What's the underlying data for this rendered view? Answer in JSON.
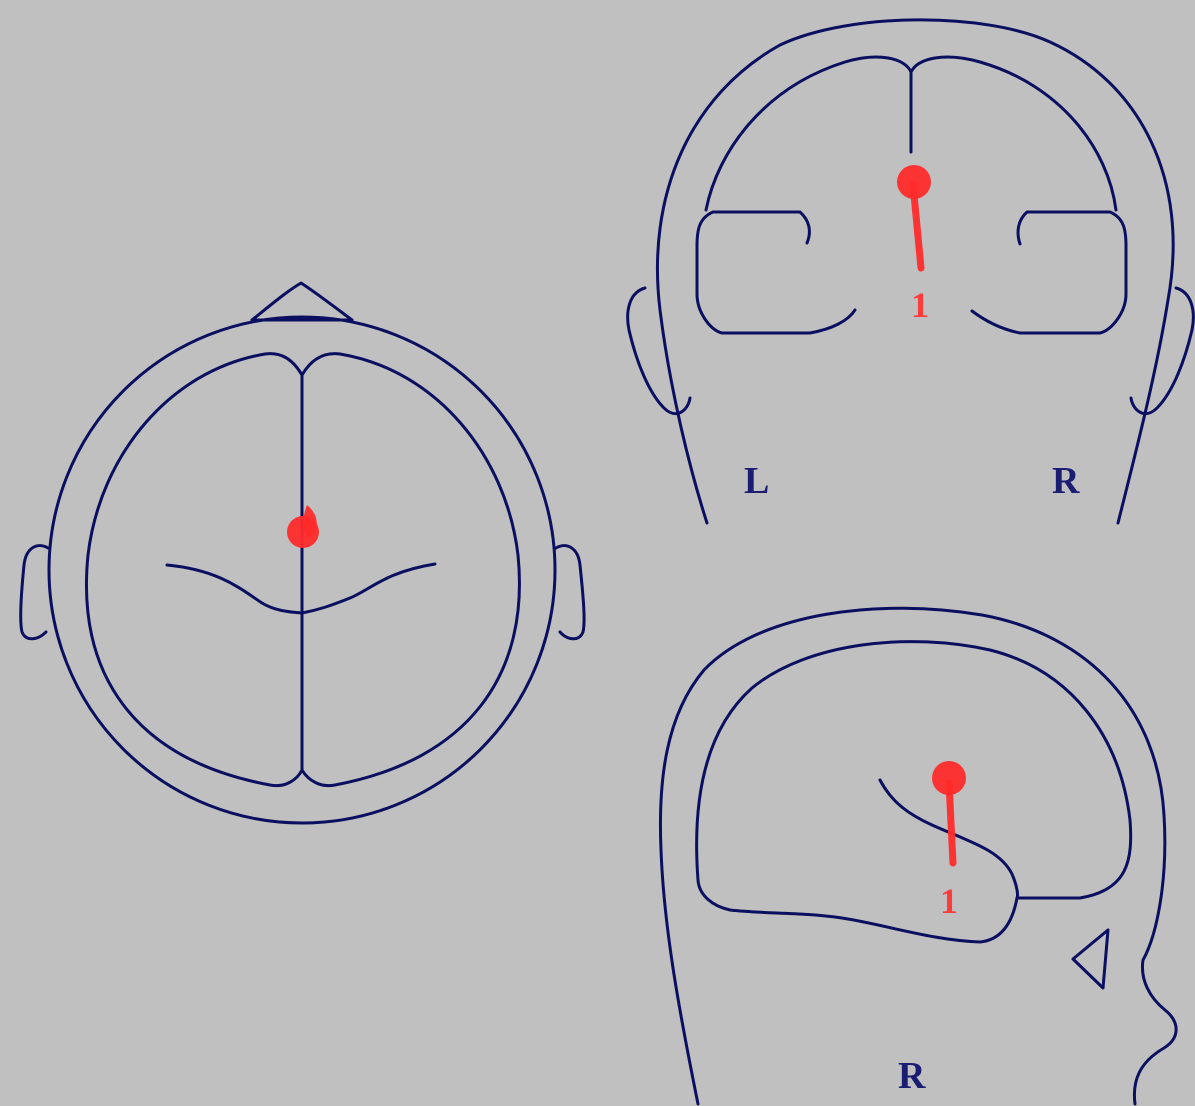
{
  "views": {
    "coronal": {
      "left_label": "L",
      "right_label": "R",
      "dipole_label": "1"
    },
    "sagittal": {
      "bottom_label": "R",
      "dipole_label": "1"
    }
  },
  "colors": {
    "background": "#c0c0c0",
    "outline": "#0a0f60",
    "dipole": "#ff2b2b",
    "label": "#1b1d73"
  }
}
